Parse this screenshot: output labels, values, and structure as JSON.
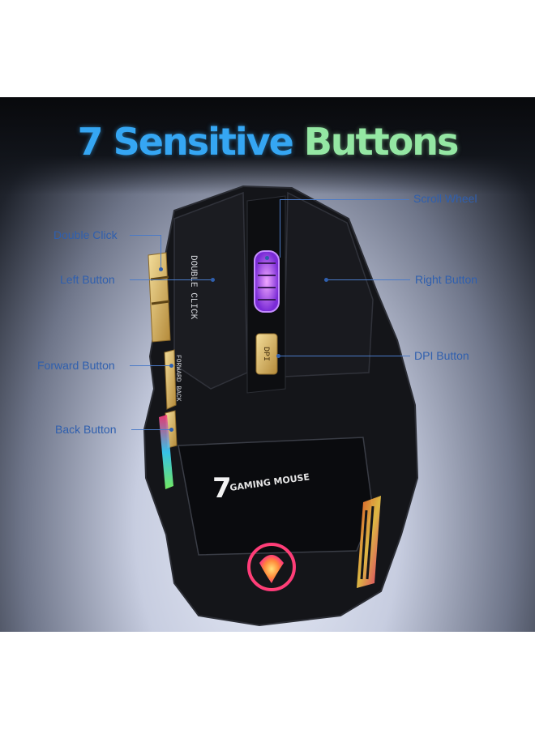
{
  "headline": {
    "part1": "7 Sensitive",
    "part2": "Buttons",
    "color1": "#35a6f3",
    "color2": "#94e7a3"
  },
  "callouts": {
    "scroll_wheel": "Scroll Wheel",
    "double_click": "Double Click",
    "left_button": "Left Button",
    "right_button": "Right Button",
    "forward_button": "Forward Button",
    "dpi_button": "DPI Button",
    "back_button": "Back Button"
  },
  "mouse_text": {
    "double_click_print": "DOUBLE CLICK",
    "forward_back_print": "FORWARD BACK",
    "dpi_print": "DPI",
    "logo_digit": "7",
    "logo_text": "GAMING MOUSE"
  },
  "colors": {
    "label": "#2f5fae",
    "mouse_body": "#121317",
    "accent_gold": "#e6c26b"
  }
}
